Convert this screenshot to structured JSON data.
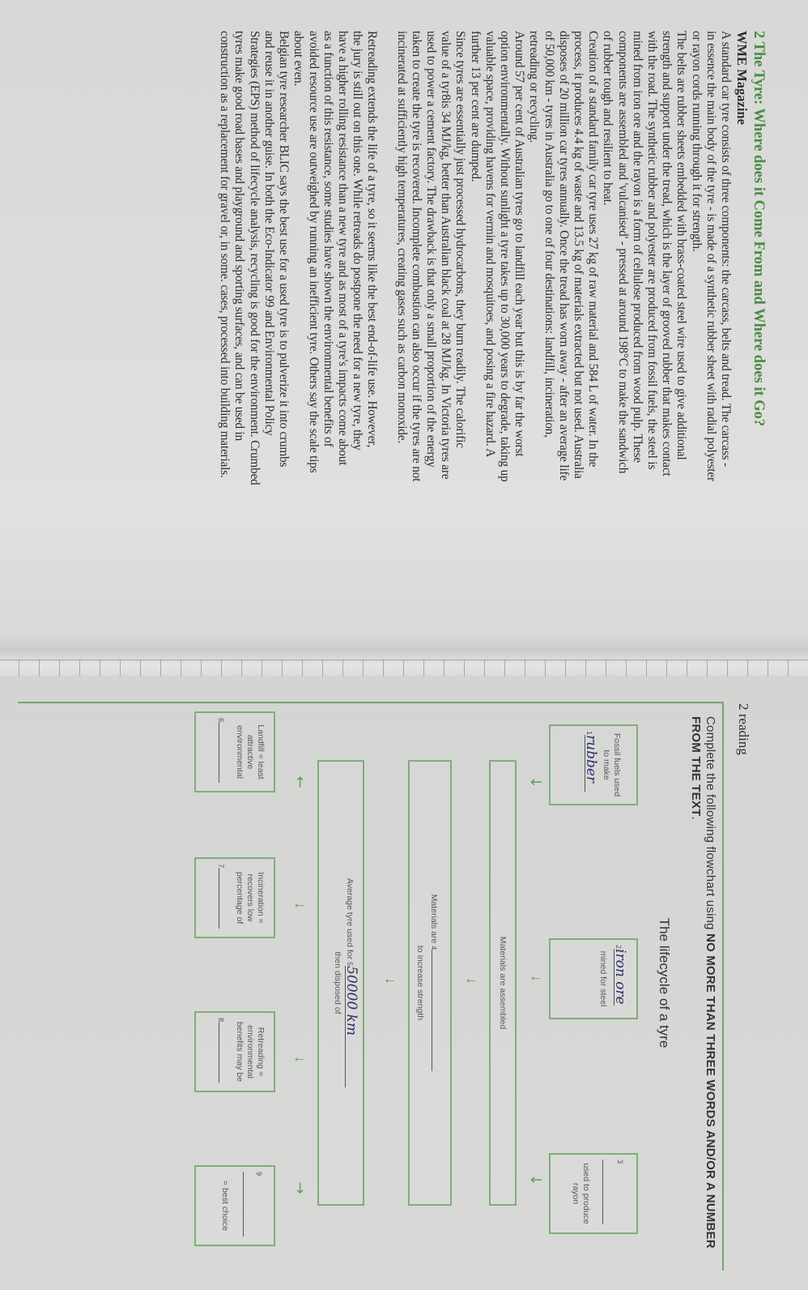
{
  "article": {
    "title": "2 The Tyre: Where does it Come From and Where does it Go?",
    "source": "WME Magazine",
    "paragraphs": [
      {
        "lines": [
          "A standard car tyre consists of three components: the carcass, belts and tread. The carcass -",
          "in essence the main body of the tyre - is made of a synthetic rubber sheet with radial polyester",
          "or rayon cords running through it for strength."
        ]
      },
      {
        "lines": [
          "The belts are rubber sheets embedded with brass-coated steel wire used to give additional",
          "strength and support under the tread, which is the layer of grooved rubber that makes contact",
          "with the road. The synthetic rubber and polyester are produced from fossil fuels, the steel is",
          "mined from iron ore and the rayon is a form of cellulose produced from wood pulp. These",
          "components are assembled and 'vulcanised' - pressed at around 198°C to make the sandwich",
          "of rubber tough and resilient to heat."
        ]
      },
      {
        "lines": [
          "Creation of a standard family car tyre uses 27 kg of raw material and 584 L of water. In the",
          "process, it produces 4.4 kg of waste and 13.5 kg of materials extracted but not used. Australia",
          "disposes of 20 million car tyres annually. Once the tread has worn away - after an average life",
          "of 50,000 km - tyres in Australia go to one of four destinations: landfill, incineration,",
          "retreading or recycling."
        ]
      },
      {
        "lines": [
          "Around 57 per cent of Australian tyres go to landfill each year but this is by far the worst",
          "option environmentally. Without sunlight a tyre takes up to 30,000 years to degrade, taking up",
          "valuable space, providing havens for vermin and mosquitoes, and posing a fire hazard. A",
          "further 13 per cent are dumped."
        ]
      },
      {
        "lines": [
          "Since tyres are essentially just processed hydrocarbons, they burn readily. The calorific",
          "value of a tyr8is 34 MJ/kg, better than Australian black coal at 28 MJ/kg. In Victoria tyres are",
          "used to power a cement factory. The drawback is that only a small proportion of the energy",
          "taken to create the tyre is recovered. Incomplete combustion can also occur if the tyres are not",
          "incinerated at sufficiently high temperatures, creating gases such as carbon monoxide."
        ]
      },
      {
        "gap": true,
        "lines": [
          "Retreading extends the life of a tyre, so it seems like the best end-of-life use. However,",
          "the jury is still out on this one. While retreads do postpone the need for a new tyre, they",
          "have a higher rolling resistance than a new tyre and as most of a tyre's impacts come about",
          "as a function of this resistance, some studies have shown the environmental benefits of",
          "avoided resource use are outweighed by running an inefficient tyre. Others say the scale tips",
          "about even."
        ]
      },
      {
        "lines": [
          "Belgian tyre researcher BLIC says the best use for a used tyre is to pulverize it into crumbs",
          "and reuse it in another guise. In both the Eco-Indicator 99 and Environmental Policy",
          "Strategies (EPS) method of lifecycle analysis, recycling is good for the environment. Crumbed",
          "tyres make good road bases and playground and sporting surfaces, and can be used in",
          "construction as a replacement for gravel or, in some. cases, processed into building materials."
        ]
      }
    ]
  },
  "exercise": {
    "unit_label": "2 reading",
    "instruction_prefix": "Complete the following flowchart using ",
    "instruction_bold": "NO MORE THAN THREE WORDS AND/OR A NUMBER FROM THE TEXT",
    "instruction_suffix": ".",
    "flowchart_title": "The lifecycle of a tyre",
    "boxes": {
      "b1": {
        "text_before": "Fossil fuels used to make",
        "num": "1",
        "answer": "rubber",
        "text_after": ""
      },
      "b2": {
        "text_before": "",
        "num": "2",
        "answer": "iron ore",
        "text_after": "mined for steel"
      },
      "b3": {
        "text_before": "",
        "num": "3",
        "answer": "",
        "text_after": "used to produce rayon"
      },
      "b_assembled": {
        "text": "Materials are assembled"
      },
      "b4": {
        "text_before": "Materials are",
        "num": "4",
        "answer": "",
        "text_after": "to increase strength"
      },
      "b5": {
        "text_before": "Average tyre used for",
        "num": "5",
        "answer": "50000 km",
        "text_after": "then disposed of"
      },
      "b6": {
        "text_before": "Landfill = least attractive environmental",
        "num": "6",
        "answer": ""
      },
      "b7": {
        "text_before": "Incineration = recovers low percentage of",
        "num": "7",
        "answer": ""
      },
      "b8": {
        "text_before": "Retreading = environmental benefits may be",
        "num": "8",
        "answer": ""
      },
      "b9": {
        "num": "9",
        "answer": "",
        "text_after": "= best choice"
      }
    },
    "accent_color": "#6fa86a"
  }
}
